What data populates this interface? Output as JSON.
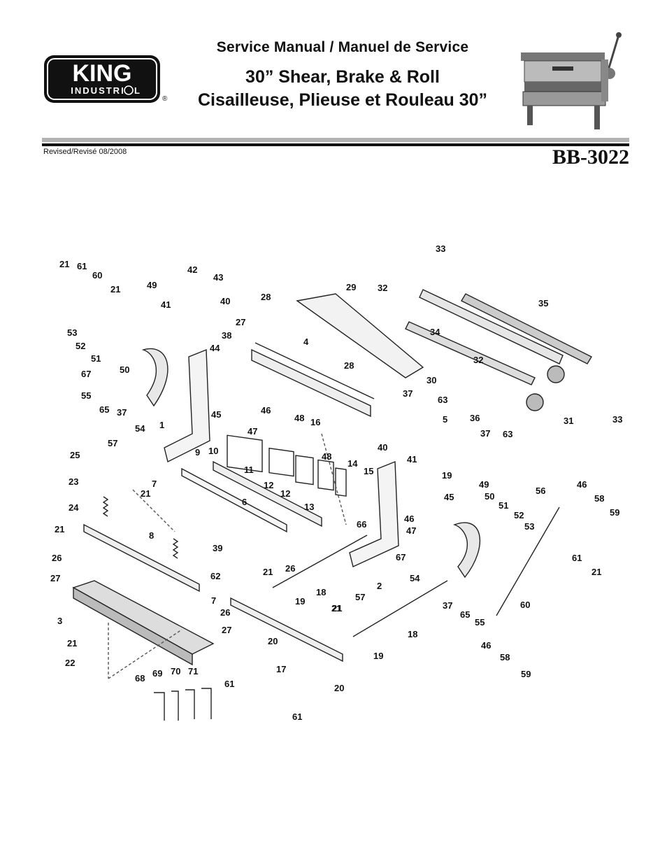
{
  "header": {
    "brand_top": "KING",
    "brand_bottom": "INDUSTRI",
    "brand_bottom_end": "L",
    "registered_mark": "®",
    "subtitle": "Service Manual / Manuel de Service",
    "title_en": "30” Shear, Brake & Roll",
    "title_fr": "Cisailleuse, Plieuse et Rouleau 30”",
    "revised": "Revised/Revisé 08/2008",
    "model": "BB-3022"
  },
  "diagram": {
    "labels": [
      "21",
      "61",
      "60",
      "21",
      "49",
      "42",
      "43",
      "41",
      "40",
      "28",
      "29",
      "32",
      "33",
      "35",
      "53",
      "52",
      "51",
      "67",
      "50",
      "55",
      "65",
      "37",
      "54",
      "1",
      "38",
      "27",
      "44",
      "4",
      "28",
      "34",
      "32",
      "30",
      "31",
      "33",
      "46",
      "45",
      "47",
      "48",
      "16",
      "10",
      "37",
      "63",
      "5",
      "36",
      "37",
      "63",
      "57",
      "25",
      "9",
      "40",
      "41",
      "19",
      "23",
      "11",
      "12",
      "48",
      "14",
      "15",
      "12",
      "13",
      "49",
      "24",
      "21",
      "7",
      "6",
      "50",
      "51",
      "52",
      "53",
      "56",
      "46",
      "58",
      "59",
      "21",
      "8",
      "45",
      "46",
      "47",
      "66",
      "39",
      "26",
      "26",
      "67",
      "27",
      "62",
      "21",
      "54",
      "61",
      "21",
      "2",
      "57",
      "19",
      "18",
      "3",
      "7",
      "26",
      "21",
      "37",
      "65",
      "55",
      "60",
      "27",
      "21",
      "20",
      "21",
      "18",
      "22",
      "61",
      "17",
      "19",
      "46",
      "58",
      "59",
      "68",
      "69",
      "70",
      "71",
      "20",
      "61"
    ]
  },
  "colors": {
    "ink": "#111111",
    "rule_gray": "#b3b3b3",
    "paper": "#ffffff"
  }
}
